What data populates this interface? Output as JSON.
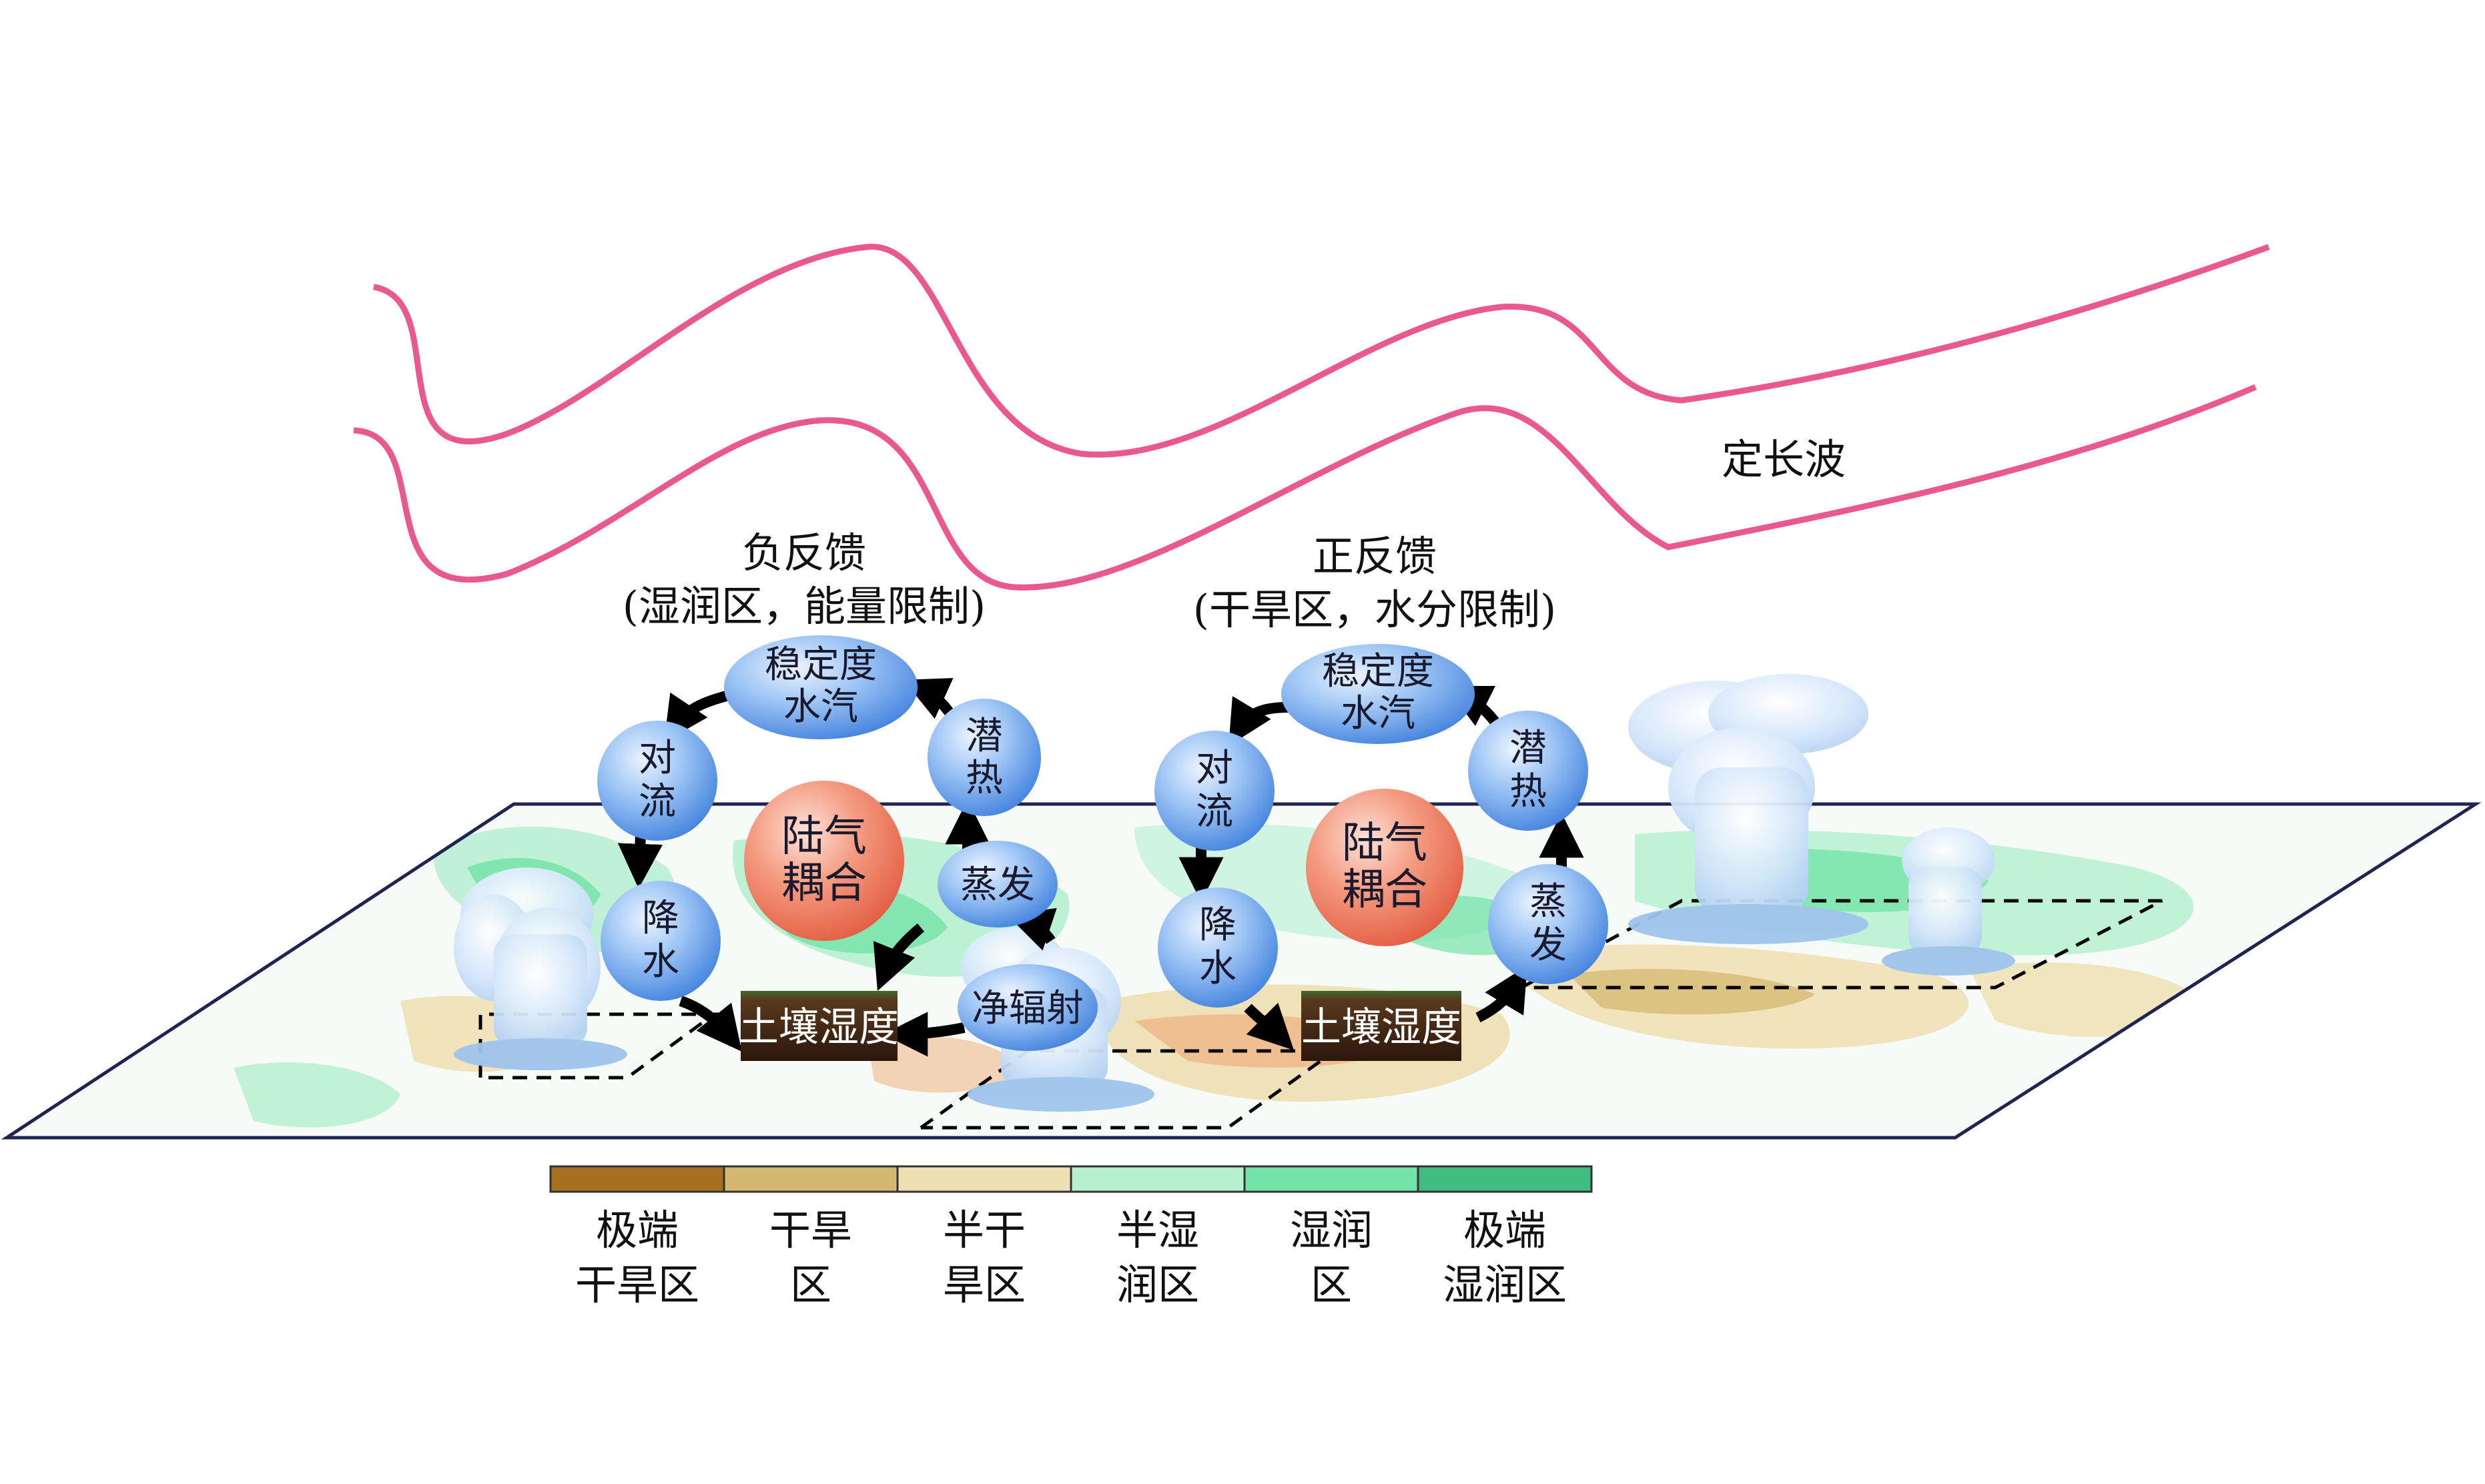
{
  "wave_label": "定长波",
  "panels": [
    {
      "title": "负反馈",
      "subtitle": "(湿润区，能量限制)",
      "core": [
        "陆气",
        "耦合"
      ],
      "nodes": {
        "stability": [
          "稳定度",
          "水汽"
        ],
        "convection": [
          "对",
          "流"
        ],
        "precip": [
          "降",
          "水"
        ],
        "latent": [
          "潜",
          "热"
        ],
        "evap": "蒸发",
        "netrad": "净辐射",
        "soil": "土壤湿度"
      }
    },
    {
      "title": "正反馈",
      "subtitle": "(干旱区，水分限制)",
      "core": [
        "陆气",
        "耦合"
      ],
      "nodes": {
        "stability": [
          "稳定度",
          "水汽"
        ],
        "convection": [
          "对",
          "流"
        ],
        "precip": [
          "降",
          "水"
        ],
        "latent": [
          "潜",
          "热"
        ],
        "evap": [
          "蒸",
          "发"
        ],
        "soil": "土壤湿度"
      }
    }
  ],
  "legend": [
    {
      "lines": [
        "极端",
        "干旱区"
      ],
      "color": "#a86f1e"
    },
    {
      "lines": [
        "干旱",
        "区"
      ],
      "color": "#d4b870"
    },
    {
      "lines": [
        "半干",
        "旱区"
      ],
      "color": "#efe0b4"
    },
    {
      "lines": [
        "半湿",
        "润区"
      ],
      "color": "#b6f0cf"
    },
    {
      "lines": [
        "湿润",
        "区"
      ],
      "color": "#74e3a8"
    },
    {
      "lines": [
        "极端",
        "湿润区"
      ],
      "color": "#3fbe7f"
    }
  ],
  "colors": {
    "wave": "#e9588e",
    "node_fill": "#5b9be8",
    "core_fill": "#ef7359",
    "soil_fill": "#4a2a16",
    "map_border": "#1f2451"
  }
}
